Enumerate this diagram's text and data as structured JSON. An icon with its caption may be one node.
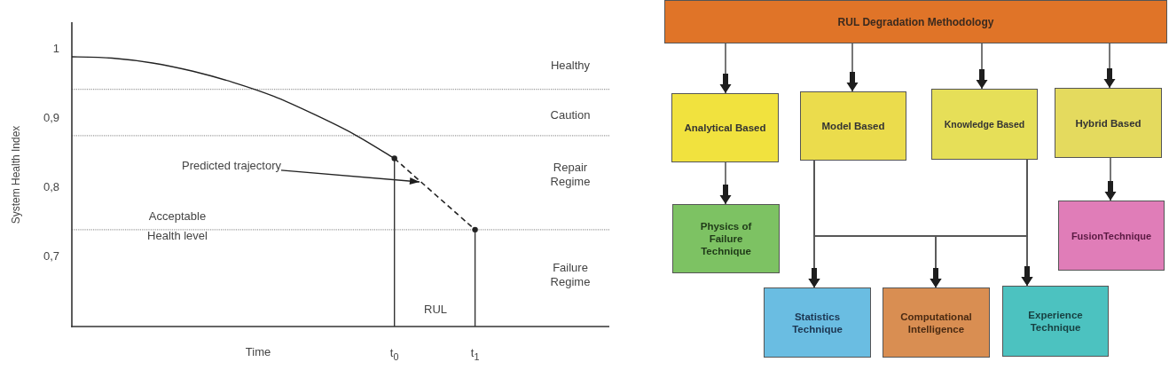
{
  "diagram": {
    "nodes": [
      {
        "text": [
          "Predicted trajectory"
        ]
      },
      {
        "text": [
          "RUL Degradation Methodology"
        ]
      },
      {
        "text": [
          "Analytical Based"
        ]
      },
      {
        "text": [
          "Model Based"
        ]
      },
      {
        "text": [
          "Knowledge Based"
        ]
      },
      {
        "text": [
          "Hybrid Based"
        ]
      },
      {
        "text": [
          "Physics of Failure Technique"
        ]
      },
      {
        "text": [
          "FusionTechnique"
        ]
      },
      {
        "text": [
          "Statistics Technique"
        ]
      },
      {
        "text": [
          "Computational Intelligence"
        ]
      },
      {
        "text": [
          "Experience Technique"
        ]
      }
    ],
    "edges": [
      {
        "from": 0,
        "to": null,
        "arrow": "to"
      },
      {
        "from": 1,
        "to": 2,
        "arrow": "to"
      },
      {
        "from": 1,
        "to": 3,
        "arrow": "to"
      },
      {
        "from": 1,
        "to": 4,
        "arrow": "to"
      },
      {
        "from": 1,
        "to": 5,
        "arrow": "to"
      },
      {
        "from": 2,
        "to": 6,
        "arrow": "to"
      },
      {
        "from": 5,
        "to": 7,
        "arrow": "to"
      },
      {
        "from": 3,
        "to": 8,
        "arrow": "to"
      },
      {
        "from": 3,
        "to": 9,
        "arrow": "to"
      },
      {
        "from": 3,
        "to": 10,
        "arrow": "to"
      },
      {
        "from": 4,
        "to": 8,
        "arrow": "to"
      },
      {
        "from": 4,
        "to": 9,
        "arrow": "to"
      },
      {
        "from": 4,
        "to": 10,
        "arrow": "to"
      }
    ],
    "chart_data": {
      "type": "line",
      "xlabel": "Time",
      "ylabel": "System Health Index",
      "categories": [
        null,
        null,
        null,
        null,
        null,
        null,
        null,
        null,
        "t$_{0}$",
        null,
        "t$_{1}$",
        null,
        null,
        null
      ],
      "series": [
        {
          "color": "#222222",
          "values": [
            0.99,
            0.988,
            0.981,
            0.969,
            0.953,
            0.933,
            0.907,
            0.878,
            0.843,
            null,
            null,
            null,
            null,
            null
          ]
        },
        {
          "color": "#222222",
          "line_style": "dashed",
          "marker": "circle",
          "values": [
            null,
            null,
            null,
            null,
            null,
            null,
            null,
            null,
            0.843,
            null,
            0.74,
            null,
            null,
            null
          ]
        }
      ],
      "ylim": [
        0.6,
        1.04
      ],
      "yticks": [
        1,
        {
          "value": 0.9,
          "label": "0,9"
        },
        {
          "value": 0.8,
          "label": "0,8"
        },
        {
          "value": 0.7,
          "label": "0,7"
        }
      ],
      "ref_lines": [
        {
          "axis": "y",
          "value": 0.943
        },
        {
          "axis": "y",
          "value": 0.876
        },
        {
          "axis": "y",
          "value": 0.74
        },
        {
          "axis": "x",
          "value": "t$_{0}$"
        },
        {
          "axis": "x",
          "value": "t$_{1}$"
        }
      ],
      "annotations": [
        {
          "text": "Healthy"
        },
        {
          "text": "Caution"
        },
        {
          "text": "Repair Regime"
        },
        {
          "text": "Failure Regime"
        },
        {
          "text": "Acceptable Health level"
        },
        {
          "text": "RUL"
        }
      ]
    }
  }
}
